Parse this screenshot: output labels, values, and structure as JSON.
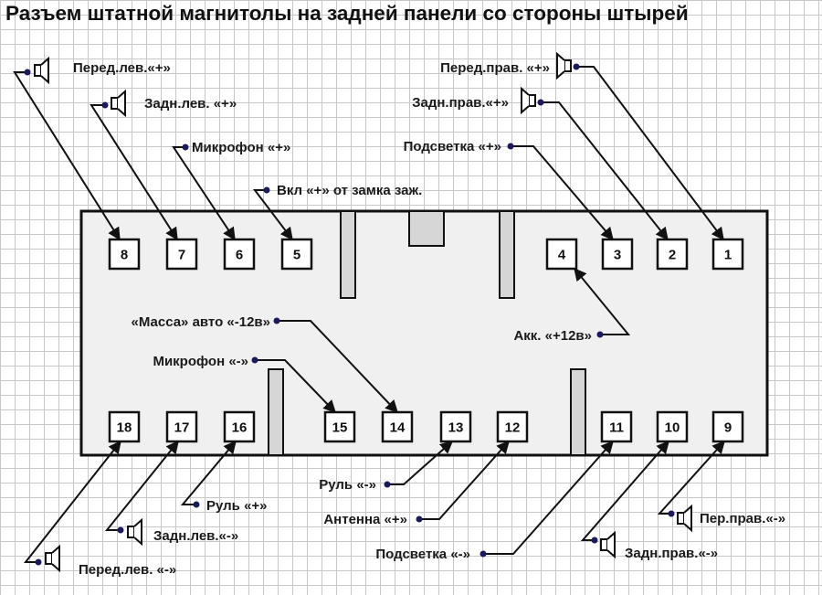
{
  "title": "Разъем штатной магнитолы на задней панели со стороны штырей",
  "colors": {
    "connector_fill": "#f0f0f0",
    "key_fill": "#d6d6d6",
    "line": "#111111",
    "node": "#1a1a5c",
    "grid": "#c8c8c8"
  },
  "pins_top": [
    "8",
    "7",
    "6",
    "5",
    "4",
    "3",
    "2",
    "1"
  ],
  "pins_bottom": [
    "18",
    "17",
    "16",
    "15",
    "14",
    "13",
    "12",
    "11",
    "10",
    "9"
  ],
  "labels": {
    "front_left_plus": "Перед.лев.«+»",
    "rear_left_plus": "Задн.лев. «+»",
    "mic_plus": "Микрофон «+»",
    "ign_plus": "Вкл «+» от замка заж.",
    "front_right_plus": "Перед.прав. «+»",
    "rear_right_plus": "Задн.прав.«+»",
    "backlight_plus": "Подсветка «+»",
    "ground": "«Масса» авто «-12в»",
    "mic_minus": "Микрофон «-»",
    "battery_plus": "Акк. «+12в»",
    "wheel_minus": "Руль «-»",
    "wheel_plus": "Руль «+»",
    "antenna_plus": "Антенна «+»",
    "backlight_minus": "Подсветка «-»",
    "rear_left_minus": "Задн.лев.«-»",
    "front_left_minus": "Перед.лев. «-»",
    "front_right_minus": "Пер.прав.«-»",
    "rear_right_minus": "Задн.прав.«-»"
  },
  "icons": {
    "speaker": "speaker-icon",
    "node": "connection-dot-icon",
    "arrow": "arrowhead-icon"
  }
}
